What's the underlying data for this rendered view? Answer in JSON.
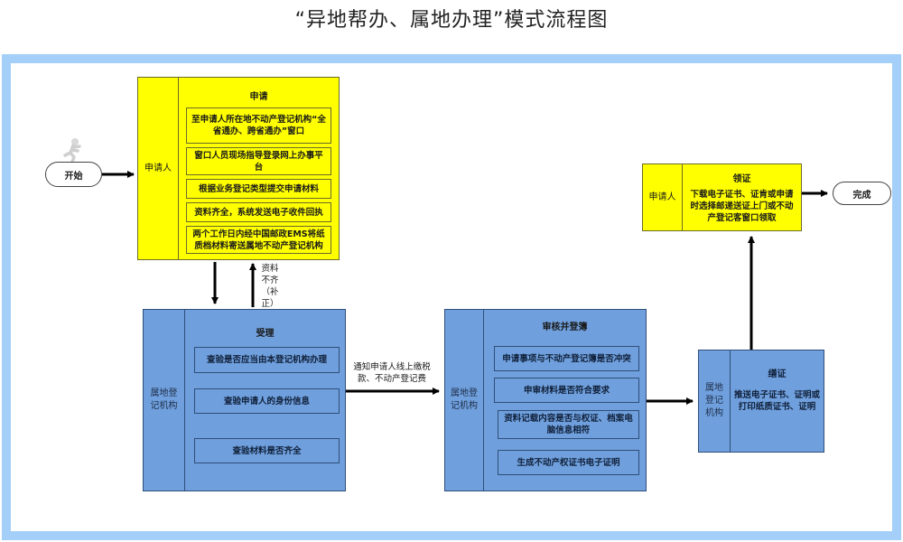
{
  "title": "“异地帮办、属地办理”模式流程图",
  "colors": {
    "frame": "#a3cff8",
    "applicant_fill": "#ffff00",
    "agency_fill": "#6f9fdc",
    "arrow": "#000000"
  },
  "start": {
    "label": "开始",
    "icon": "running-person-icon"
  },
  "end": {
    "label": "完成"
  },
  "apply": {
    "lane": "申请人",
    "heading": "申请",
    "items": [
      "至申请人所在地不动产登记机构“全省通办、跨省通办”窗口",
      "窗口人员现场指导登录网上办事平台",
      "根据业务登记类型提交申请材料",
      "资料齐全，系统发送电子收件回执",
      "两个工作日内经中国邮政EMS将纸质档材料寄送属地不动产登记机构"
    ]
  },
  "return_note": "资料不齐（补正）",
  "return_note_lines": [
    "资料",
    "不齐",
    "（补",
    "正）"
  ],
  "accept": {
    "lane": "属地登记机构",
    "lane_lines": [
      "属地登",
      "记机构"
    ],
    "heading": "受理",
    "items": [
      "查验是否应当由本登记机构办理",
      "查验申请人的身份信息",
      "查验材料是否齐全"
    ]
  },
  "notify_note": "通知申请人线上缴税款、不动产登记费",
  "notify_note_lines": [
    "通知申请人线上缴税",
    "款、不动产登记费"
  ],
  "review": {
    "lane": "属地登记机构",
    "lane_lines": [
      "属地登",
      "记机构"
    ],
    "heading": "审核并登簿",
    "items": [
      "申请事项与不动产登记簿是否冲突",
      "申审材料是否符合要求",
      "资料记载内容是否与权证、档案电脑信息相符",
      "生成不动产权证书电子证明"
    ]
  },
  "certify": {
    "lane": "属地登记机构",
    "lane_lines": [
      "属地",
      "登记",
      "机构"
    ],
    "heading": "缮证",
    "description": "推送电子证书、证明或打印纸质证书、证明"
  },
  "collect": {
    "lane": "申请人",
    "heading": "领证",
    "description": "下载电子证书、证肯或申请时选择邮递送证上门或不动产登记客窗口领取"
  }
}
